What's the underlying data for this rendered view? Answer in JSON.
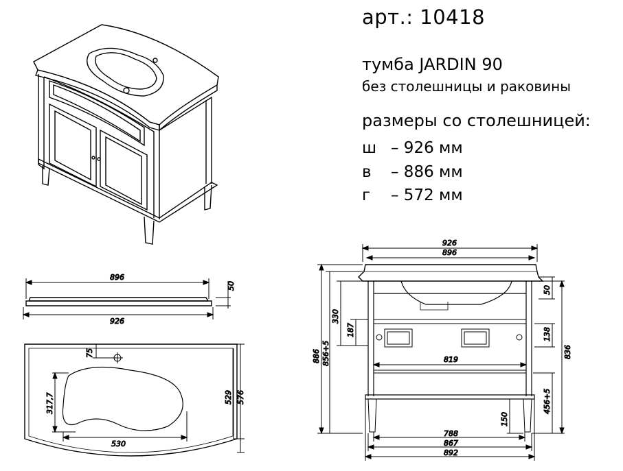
{
  "header": {
    "article": "арт.: 10418",
    "title": "тумба  JARDIN 90",
    "subtitle": "без столешницы и раковины",
    "dims_heading": "размеры со столешницей:"
  },
  "dimensions": [
    {
      "key": "ш",
      "value": "– 926 мм"
    },
    {
      "key": "в",
      "value": "– 886 мм"
    },
    {
      "key": "г",
      "value": "– 572 мм"
    }
  ],
  "side_view": {
    "top_width": "896",
    "bottom_width": "926",
    "thickness": "50"
  },
  "top_view": {
    "hole_offset": "75",
    "bowl_depth": "317,7",
    "bowl_width": "530",
    "inner_depth": "529",
    "total_depth": "576"
  },
  "front_view": {
    "w926": "926",
    "w896": "896",
    "h886": "886",
    "h856": "856+5",
    "h330": "330",
    "h187": "187",
    "w819": "819",
    "h50": "50",
    "h138": "138",
    "h836": "836",
    "h456": "456+5",
    "h150": "150",
    "w788": "788",
    "w867": "867",
    "w892": "892"
  }
}
